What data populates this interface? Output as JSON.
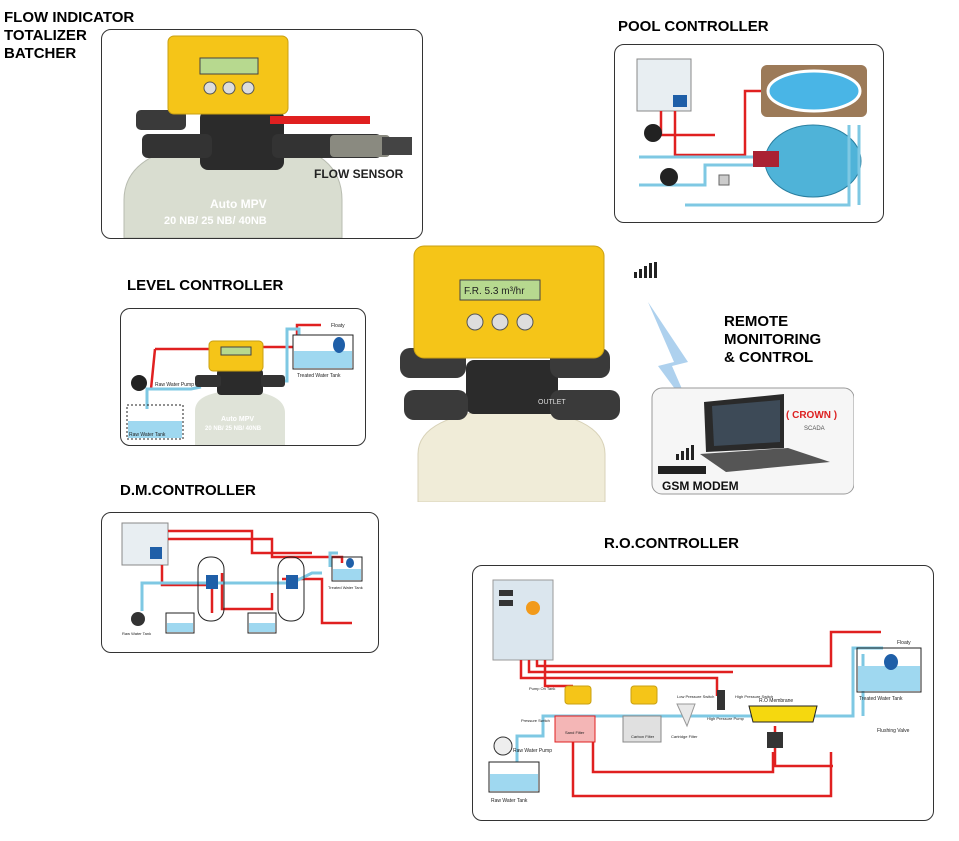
{
  "labels": {
    "flow_line1": "FLOW INDICATOR",
    "flow_line2": "TOTALIZER",
    "flow_line3": "BATCHER",
    "pool": "POOL CONTROLLER",
    "level": "LEVEL CONTROLLER",
    "dm": "D.M.CONTROLLER",
    "ro": "R.O.CONTROLLER",
    "remote_line1": "REMOTE",
    "remote_line2": "MONITORING",
    "remote_line3": "& CONTROL"
  },
  "flow_panel": {
    "tank_line1": "Auto MPV",
    "tank_line2": "20 NB/ 25 NB/ 40NB",
    "sensor": "FLOW SENSOR"
  },
  "level_panel": {
    "floaty": "Floaty",
    "treated_tank": "Treated Water Tank",
    "raw_pump": "Raw Water Pump",
    "raw_tank": "Raw Water Tank",
    "tank_line1": "Auto MPV",
    "tank_line2": "20 NB/ 25 NB/ 40NB"
  },
  "center": {
    "display": "F.R. 5.3 m³/hr",
    "outlet": "OUTLET"
  },
  "remote": {
    "brand": "( CROWN )",
    "brand_sub": "SCADA",
    "modem": "GSM MODEM"
  },
  "dm_panel": {
    "treated_tank": "Treated Water Tank",
    "raw_tank": "Raw Water Tank"
  },
  "ro_panel": {
    "floaty": "Floaty",
    "treated_tank": "Treated Water Tank",
    "flushing_valve": "Flushing Valve",
    "membrane": "R.O Membrane",
    "high_pressure_switch": "High Pressure Switch",
    "high_pressure_pump": "High Pressure Pump",
    "low_pressure_switch": "Low Pressure Switch",
    "cartridge_filter": "Cartridge Filter",
    "carbon_filter": "Carbon Filter",
    "sand_filter": "Sand Filter",
    "pressure_switch": "Pressure Switch",
    "raw_pump": "Raw Water Pump",
    "raw_tank": "Raw Water Tank",
    "pump_on_tank": "Pump On Tank"
  },
  "colors": {
    "yellow": "#f5c518",
    "red_pipe": "#e02020",
    "blue_pipe": "#7ec8e3",
    "water": "#9fd8f0",
    "valve_dark": "#2b2b2b",
    "tank": "#dfe3d8"
  }
}
